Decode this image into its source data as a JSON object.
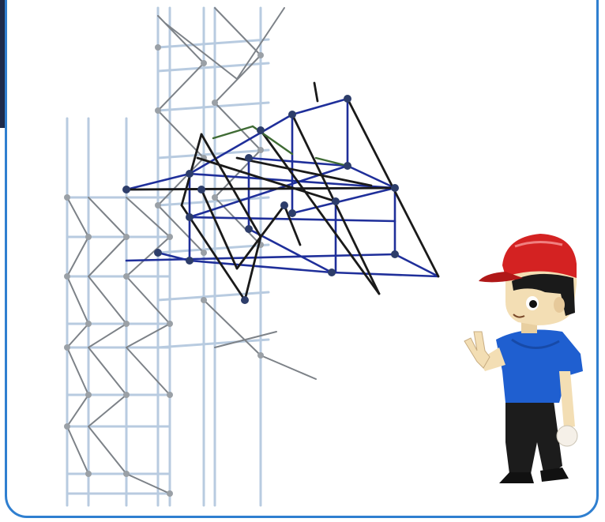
{
  "scene": {
    "illustration": "building-instruction",
    "colors": {
      "panel_border": "#2f7fd0",
      "highlight_structure_blue": "#1f2f9a",
      "highlight_structure_black": "#1a1a1a",
      "highlight_structure_green": "#3f6b34",
      "ghost_structure": "#b8cbe0",
      "ghost_connector": "#8c9096",
      "cap": "#d42222",
      "shirt": "#1f5fd0",
      "trousers": "#1c1c1c",
      "skin": "#f3deb4"
    },
    "icons": [
      "figure-character",
      "tower-structure"
    ]
  }
}
